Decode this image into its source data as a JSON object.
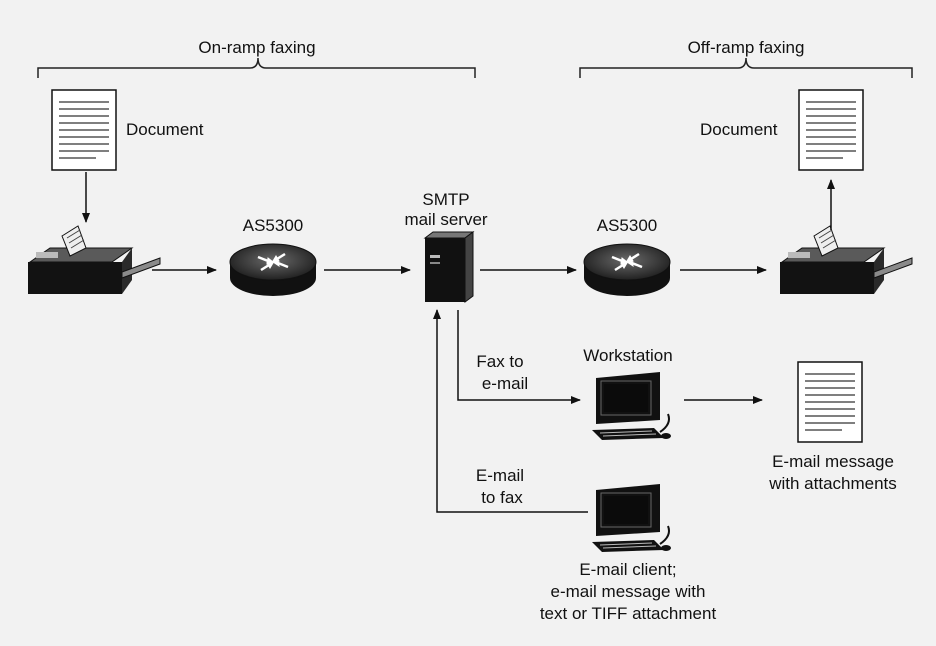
{
  "on_ramp": {
    "heading": "On-ramp faxing",
    "document_label": "Document",
    "router_label": "AS5300"
  },
  "server": {
    "label_line1": "SMTP",
    "label_line2": "mail server"
  },
  "off_ramp": {
    "heading": "Off-ramp faxing",
    "document_label": "Document",
    "router_label": "AS5300"
  },
  "fax_to_email": {
    "label_line1": "Fax to",
    "label_line2": "e-mail"
  },
  "workstation": {
    "label": "Workstation"
  },
  "email_message": {
    "label_line1": "E-mail message",
    "label_line2": "with attachments"
  },
  "email_to_fax": {
    "label_line1": "E-mail",
    "label_line2": "to fax"
  },
  "email_client": {
    "label_line1": "E-mail client;",
    "label_line2": "e-mail message with",
    "label_line3": "text or TIFF attachment"
  }
}
